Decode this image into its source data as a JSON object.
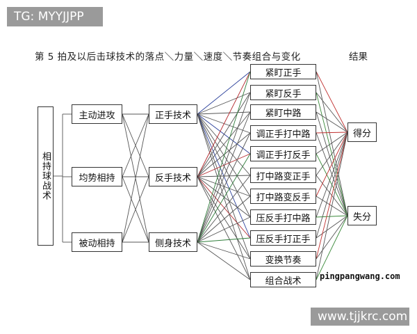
{
  "watermark_top": "TG: MYYJJPP",
  "watermark_bottom": "www.tjjkrc.com",
  "site_label": "pingpangwang.com",
  "title": "第 5 拍及以后击球技术的落点＼力量＼速度＼节奏组合与变化",
  "result_title": "结果",
  "root": "相持球战术",
  "situations": [
    "主动进攻",
    "均势相持",
    "被动相持"
  ],
  "techniques": [
    "正手技术",
    "反手技术",
    "侧身技术"
  ],
  "tactics": [
    "紧盯正手",
    "紧盯反手",
    "紧盯中路",
    "调正手打中路",
    "调正手打反手",
    "打中路变正手",
    "打中路变反手",
    "压反手打中路",
    "压反手打正手",
    "变换节奏",
    "组合战术"
  ],
  "results": [
    "得分",
    "失分"
  ],
  "colors": {
    "line": "#555555",
    "forehand_lines": "#2a3f9a",
    "backhand_lines": "#b3262b",
    "side_lines": "#2f7d3a",
    "score_lines": "#c0302f",
    "lose_lines": "#3a8a3a"
  }
}
